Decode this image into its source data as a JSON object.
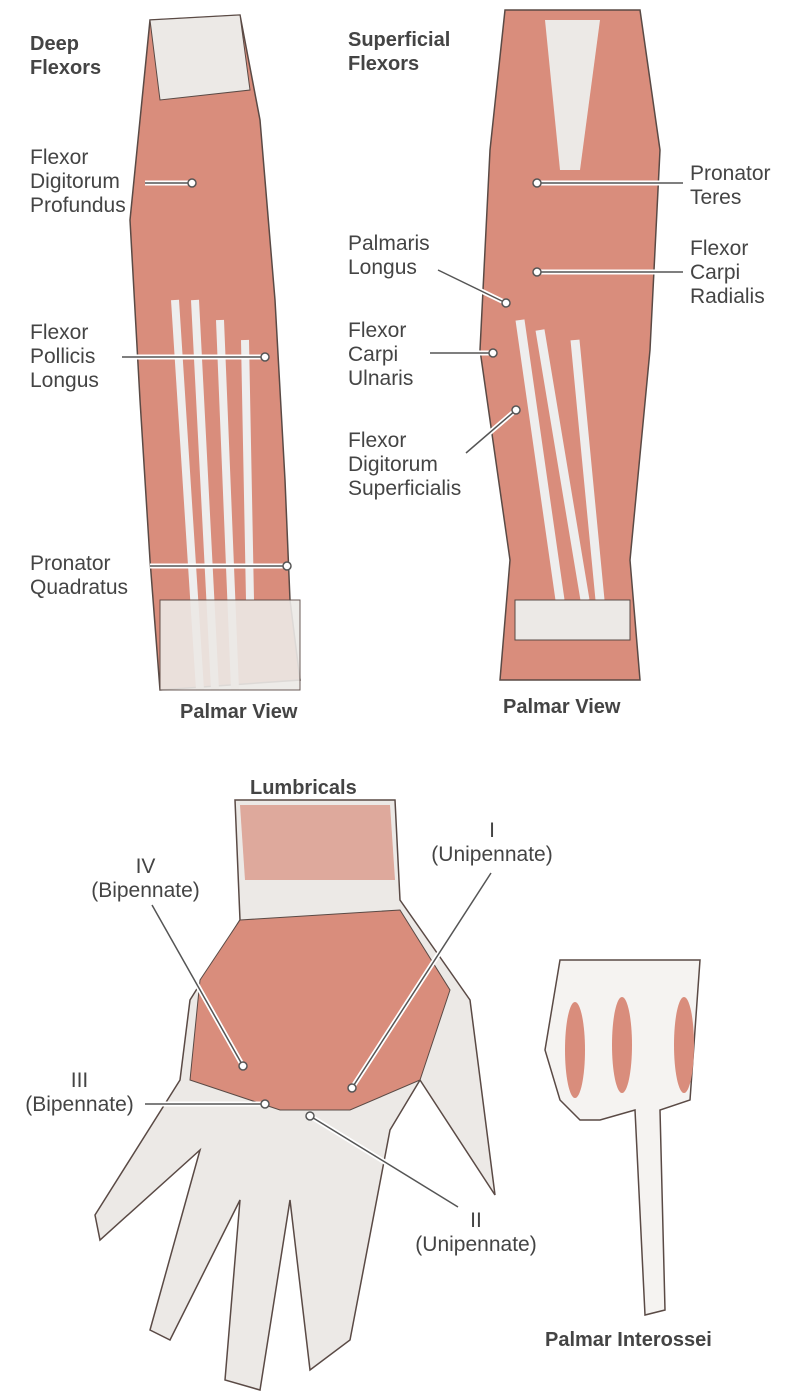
{
  "colors": {
    "muscle": "#d98d7c",
    "muscle_dark": "#b8604f",
    "tendon": "#e9e6e3",
    "outline": "#5a4a45",
    "text": "#444444",
    "leader": "#555555"
  },
  "panels": {
    "deep": {
      "title": [
        "Deep",
        "Flexors"
      ],
      "caption": "Palmar View",
      "labels": {
        "fdp": [
          "Flexor",
          "Digitorum",
          "Profundus"
        ],
        "fpl": [
          "Flexor",
          "Pollicis",
          "Longus"
        ],
        "pq": [
          "Pronator",
          "Quadratus"
        ]
      }
    },
    "superficial": {
      "title": [
        "Superficial",
        "Flexors"
      ],
      "caption": "Palmar View",
      "labels": {
        "pt": [
          "Pronator",
          "Teres"
        ],
        "fcr": [
          "Flexor",
          "Carpi",
          "Radialis"
        ],
        "pl": [
          "Palmaris",
          "Longus"
        ],
        "fcu": [
          "Flexor",
          "Carpi",
          "Ulnaris"
        ],
        "fds": [
          "Flexor",
          "Digitorum",
          "Superficialis"
        ]
      }
    },
    "lumbricals": {
      "title": "Lumbricals",
      "labels": {
        "i": [
          "I",
          "(Unipennate)"
        ],
        "iv": [
          "IV",
          "(Bipennate)"
        ],
        "iii": [
          "III",
          "(Bipennate)"
        ],
        "ii": [
          "II",
          "(Unipennate)"
        ]
      }
    },
    "interossei": {
      "caption": "Palmar Interossei"
    }
  }
}
